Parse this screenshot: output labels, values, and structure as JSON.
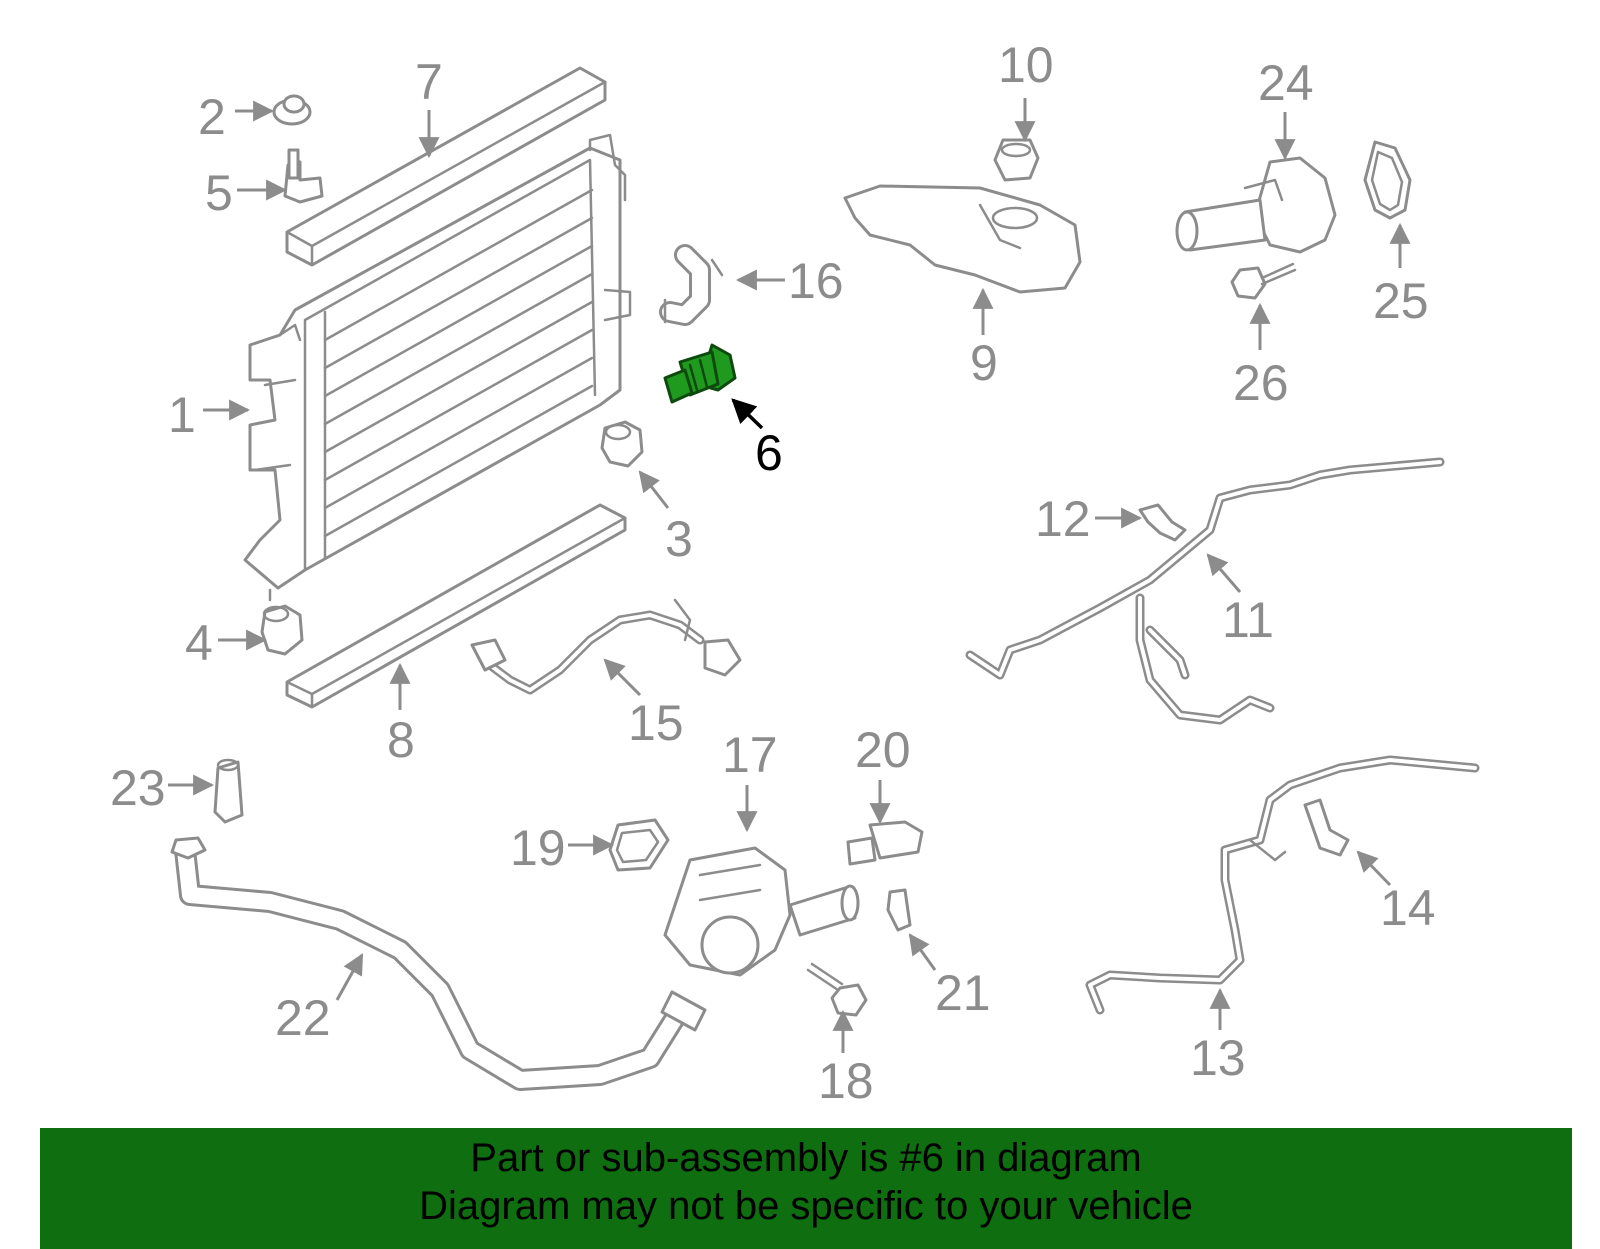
{
  "diagram": {
    "highlighted_part": "6",
    "labels": [
      "1",
      "2",
      "3",
      "4",
      "5",
      "6",
      "7",
      "8",
      "9",
      "10",
      "11",
      "12",
      "13",
      "14",
      "15",
      "16",
      "17",
      "18",
      "19",
      "20",
      "21",
      "22",
      "23",
      "24",
      "25",
      "26"
    ]
  },
  "banner": {
    "line1": "Part or sub-assembly is #6 in diagram",
    "line2": "Diagram may not be specific to your vehicle",
    "background": "#0f6e0f"
  },
  "colors": {
    "line_art": "#8c8c8c",
    "highlight": "#1f9a1f"
  }
}
